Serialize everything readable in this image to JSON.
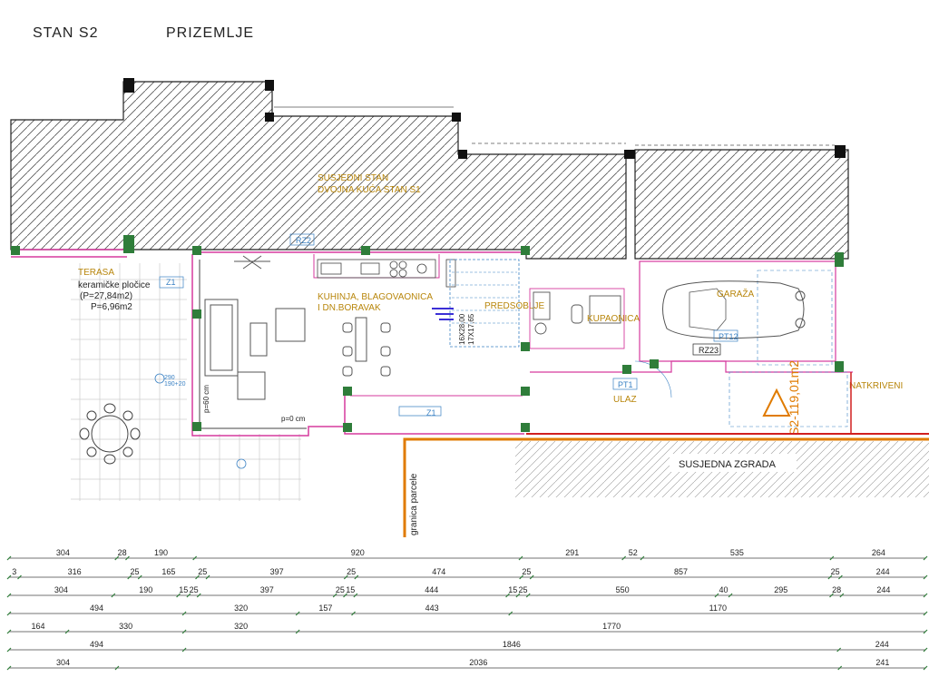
{
  "header": {
    "unit": "STAN  S2",
    "floor": "PRIZEMLJE"
  },
  "labels": {
    "neighbour_1": "SUSJEDNI STAN",
    "neighbour_2": "DVOJNA KUĆA STAN S1",
    "terrace_title": "TERASA",
    "terrace_line1": "keramičke pločice",
    "terrace_line2": "(P=27,84m2)",
    "terrace_line3": "P=6,96m2",
    "kitchen_1": "KUHINJA, BLAGOVAONICA",
    "kitchen_2": "I DN.BORAVAK",
    "hall": "PREDSOBLJE",
    "bath": "KUPAONICA",
    "garage": "GARAŽA",
    "entry_code": "PT1",
    "entry": "ULAZ",
    "covered": "NATKRIVENI",
    "neighbour_building": "SUSJEDNA ZGRADA",
    "plot_border": "granica parcele",
    "area": "S2-119,01m2",
    "rz22": "RZ2",
    "rz23": "RZ23",
    "pt12": "PT12",
    "z1a": "Z1",
    "z1b": "Z1",
    "stair1": "16X28,00",
    "stair2": "17X17,65",
    "p60": "p=60 cm",
    "p0": "p=0 cm"
  },
  "dimension_rows": [
    [
      "304",
      "28",
      "190",
      "920",
      "291",
      "52",
      "535",
      "264"
    ],
    [
      "3",
      "316",
      "25",
      "165",
      "25",
      "397",
      "25",
      "474",
      "25",
      "857",
      "25",
      "244"
    ],
    [
      "304",
      "190",
      "15",
      "25",
      "397",
      "25",
      "15",
      "444",
      "15",
      "25",
      "550",
      "40",
      "295",
      "28",
      "244"
    ],
    [
      "494",
      "320",
      "157",
      "443",
      "1170"
    ],
    [
      "164",
      "330",
      "320",
      "1770"
    ],
    [
      "494",
      "1846",
      "244"
    ],
    [
      "304",
      "2036",
      "241"
    ]
  ],
  "colors": {
    "wall": "#2f7d3a",
    "terrace_line": "#d63a9e",
    "kitchen_text": "#b8860b",
    "boundary": "#e07b00",
    "annotation": "#3b82c4",
    "red_line": "#d11f1f"
  }
}
